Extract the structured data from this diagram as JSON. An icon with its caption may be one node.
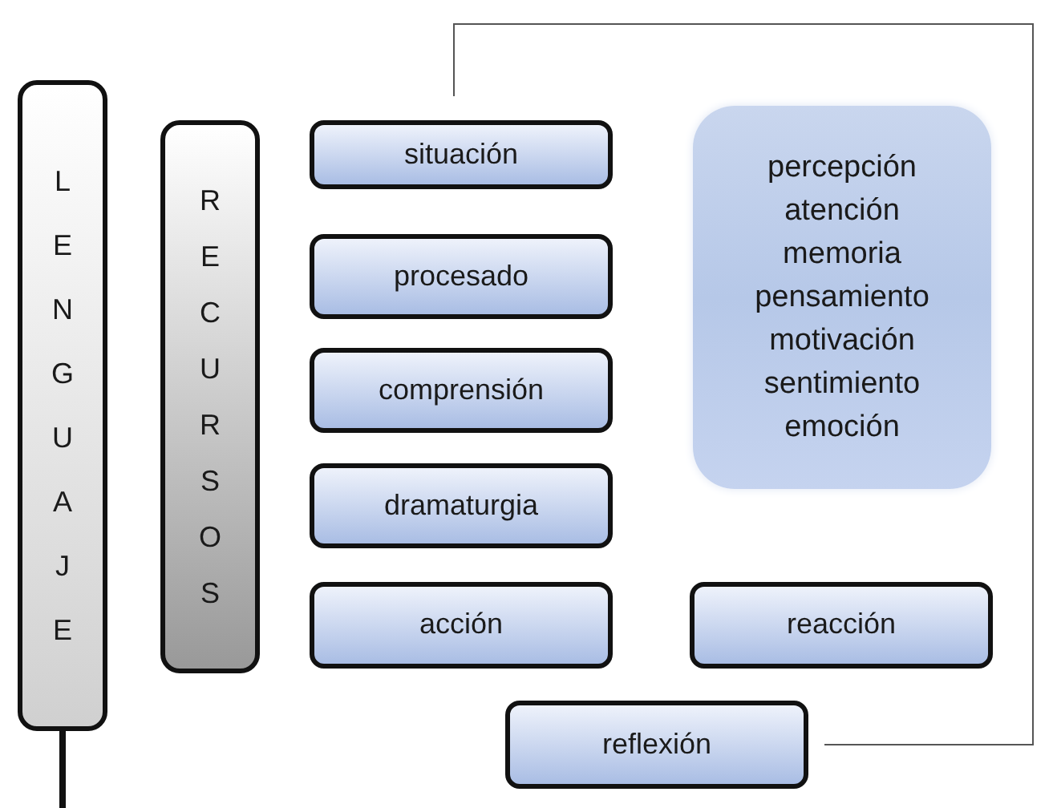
{
  "diagram": {
    "nodes": [
      {
        "text": [
          "LENGUAJE"
        ]
      },
      {
        "text": [
          "RECURSOS"
        ]
      },
      {
        "text": [
          "situación"
        ]
      },
      {
        "text": [
          "procesado"
        ]
      },
      {
        "text": [
          "comprensión"
        ]
      },
      {
        "text": [
          "dramaturgia"
        ]
      },
      {
        "text": [
          "acción"
        ]
      },
      {
        "text": [
          "percepción",
          "atención",
          "memoria",
          "pensamiento",
          "motivación",
          "sentimiento",
          "emoción"
        ]
      },
      {
        "text": [
          "reacción"
        ]
      },
      {
        "text": [
          "reflexión"
        ]
      }
    ],
    "edges": [
      {
        "from": 9,
        "to": null,
        "arrow": "none"
      },
      {
        "from": 0,
        "to": null,
        "arrow": "none",
        "style": "thick"
      }
    ]
  }
}
